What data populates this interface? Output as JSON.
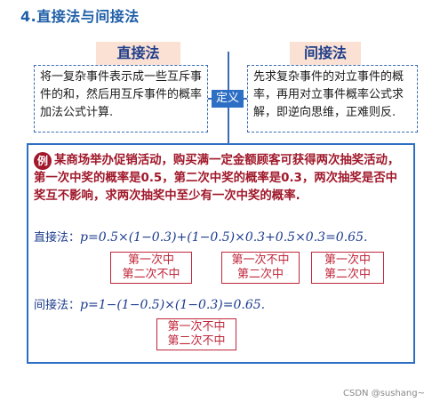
{
  "heading": "4.直接法与间接法",
  "direct": {
    "tag": "直接法",
    "text": "将一复杂事件表示成一些互斥事件的和，然后用互斥事件的概率加法公式计算."
  },
  "indirect": {
    "tag": "间接法",
    "text": "先求复杂事件的对立事件的概率，再用对立事件概率公式求解，即逆向思维，正难则反."
  },
  "definition_label": "定义",
  "example": {
    "badge": "例",
    "text": "某商场举办促销活动，购买满一定金额顾客可获得两次抽奖活动，第一次中奖的概率是0.5，第二次中奖的概率是0.3，两次抽奖是否中奖互不影响，求两次抽奖中至少有一次中奖的概率."
  },
  "direct_solution": {
    "label": "直接法：",
    "formula": "p=0.5×(1−0.3)+(1−0.5)×0.3+0.5×0.3=0.65.",
    "cases": [
      {
        "line1": "第一次中",
        "line2": "第二次不中"
      },
      {
        "line1": "第一次不中",
        "line2": "第二次中"
      },
      {
        "line1": "第一次中",
        "line2": "第二次中"
      }
    ]
  },
  "indirect_solution": {
    "label": "间接法：",
    "formula": "p=1−(1−0.5)×(1−0.3)=0.65.",
    "case": {
      "line1": "第一次不中",
      "line2": "第二次不中"
    }
  },
  "watermark": "CSDN @sushang~",
  "colors": {
    "heading": "#1f5fa8",
    "tag_bg": "#fbe0d4",
    "border_blue": "#2d6fc4",
    "example_red": "#a0182a",
    "formula_blue": "#1a3a8c",
    "case_red": "#c0263a"
  }
}
